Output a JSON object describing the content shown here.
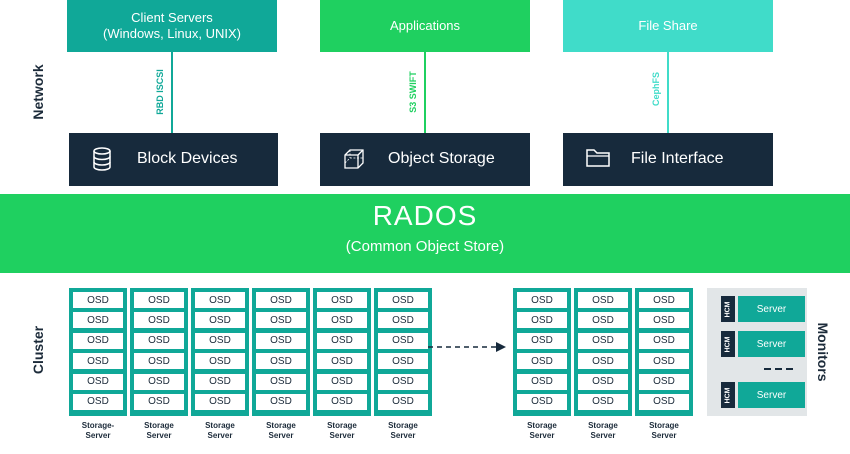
{
  "labels": {
    "network": "Network",
    "cluster": "Cluster",
    "monitors": "Monitors"
  },
  "clients": [
    {
      "label": "Client Servers\n(Windows, Linux, UNIX)",
      "line1": "Client Servers",
      "line2": "(Windows, Linux, UNIX)",
      "color": "#10a898",
      "protocol": "RBD iSCSI"
    },
    {
      "label": "Applications",
      "line1": "Applications",
      "line2": "",
      "color": "#1fd060",
      "protocol": "S3 SWIFT"
    },
    {
      "label": "File Share",
      "line1": "File Share",
      "line2": "",
      "color": "#40dcc9",
      "protocol": "CephFS"
    }
  ],
  "interfaces": [
    {
      "label": "Block Devices",
      "icon": "database-icon"
    },
    {
      "label": "Object Storage",
      "icon": "cube-icon"
    },
    {
      "label": "File Interface",
      "icon": "folder-icon"
    }
  ],
  "rados": {
    "title": "RADOS",
    "subtitle": "(Common Object Store)"
  },
  "osd_label": "OSD",
  "racks": [
    {
      "label_l1": "Storage-",
      "label_l2": "Server"
    },
    {
      "label_l1": "Storage",
      "label_l2": "Server"
    },
    {
      "label_l1": "Storage",
      "label_l2": "Server"
    },
    {
      "label_l1": "Storage",
      "label_l2": "Server"
    },
    {
      "label_l1": "Storage",
      "label_l2": "Server"
    },
    {
      "label_l1": "Storage",
      "label_l2": "Server"
    },
    {
      "label_l1": "Storage",
      "label_l2": "Server"
    },
    {
      "label_l1": "Storage",
      "label_l2": "Server"
    },
    {
      "label_l1": "Storage",
      "label_l2": "Server"
    }
  ],
  "monitors": [
    {
      "tag": "HCM",
      "label": "Server"
    },
    {
      "tag": "HCM",
      "label": "Server"
    },
    {
      "tag": "HCM",
      "label": "Server"
    }
  ],
  "colors": {
    "dark": "#172a3c",
    "teal": "#10a898",
    "green": "#1fd060",
    "aqua": "#40dcc9",
    "panel": "#e2e6e8"
  }
}
